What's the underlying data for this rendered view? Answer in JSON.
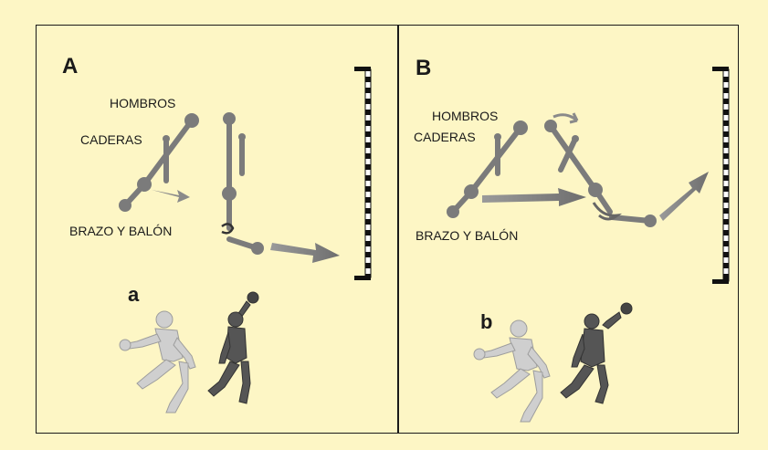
{
  "colors": {
    "background": "#fdf6c5",
    "segment": "#7b7b7b",
    "arrow": "#8a8a8a",
    "goal": "#111111",
    "figure_light": "#cfcfcf",
    "figure_dark": "#555555"
  },
  "panels": [
    {
      "letter": "A",
      "sub_letter": "a",
      "labels": {
        "shoulders": "HOMBROS",
        "hips": "CADERAS",
        "arm_ball": "BRAZO Y BALÓN"
      }
    },
    {
      "letter": "B",
      "sub_letter": "b",
      "labels": {
        "shoulders": "HOMBROS",
        "hips": "CADERAS",
        "arm_ball": "BRAZO Y BALÓN"
      }
    }
  ],
  "icons": {
    "goal": "goal-post-icon",
    "player_run": "running-player-icon",
    "player_throw": "throwing-player-icon",
    "direction": "arrow-icon",
    "rotation": "rotation-icon"
  }
}
